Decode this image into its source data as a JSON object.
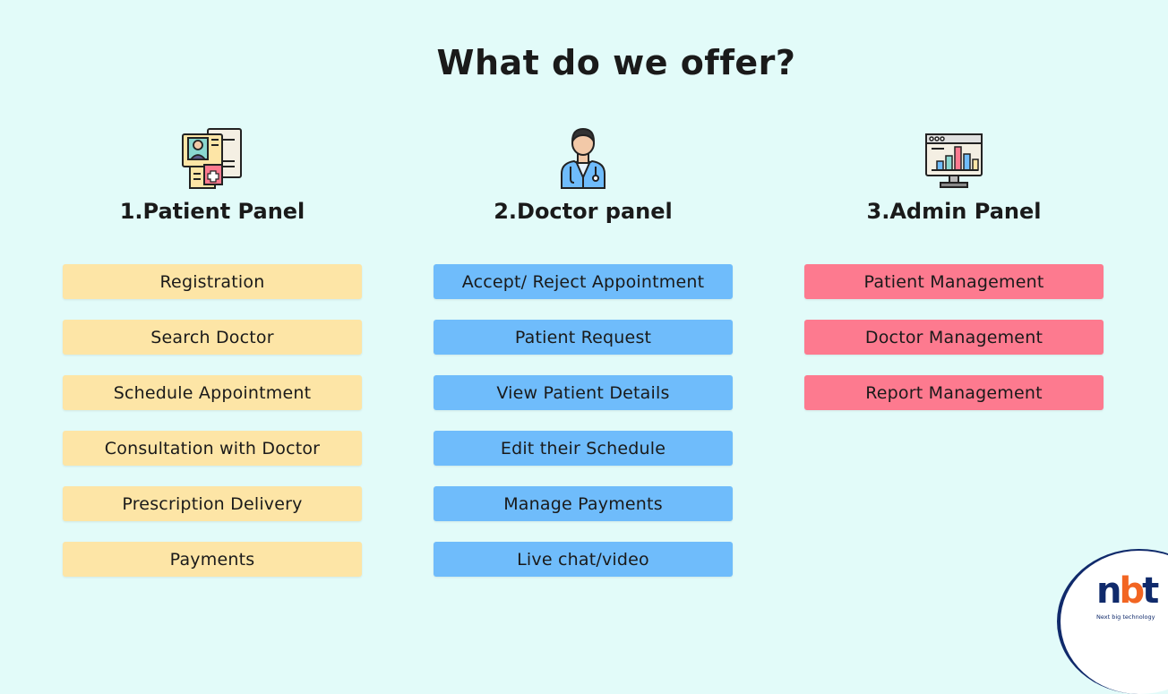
{
  "title": "What do we offer?",
  "panels": [
    {
      "title": "1.Patient Panel",
      "icon": "patient-record-icon",
      "color": "#fde5a6",
      "items": [
        "Registration",
        "Search Doctor",
        "Schedule Appointment",
        "Consultation with Doctor",
        "Prescription Delivery",
        "Payments"
      ]
    },
    {
      "title": "2.Doctor panel",
      "icon": "doctor-icon",
      "color": "#6fbcfb",
      "items": [
        "Accept/ Reject Appointment",
        "Patient Request",
        "View Patient Details",
        "Edit their Schedule",
        "Manage Payments",
        "Live chat/video"
      ]
    },
    {
      "title": "3.Admin Panel",
      "icon": "dashboard-monitor-icon",
      "color": "#fd7a8f",
      "items": [
        "Patient Management",
        "Doctor Management",
        "Report Management"
      ]
    }
  ],
  "logo": {
    "mark_n": "n",
    "mark_b": "b",
    "mark_t": "t",
    "tagline": "Next big technology"
  }
}
